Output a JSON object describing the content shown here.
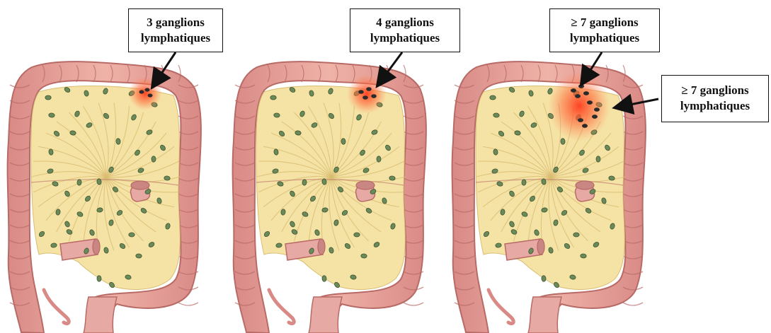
{
  "colors": {
    "colon_fill": "#e9a59c",
    "colon_dark": "#b86a66",
    "mesentery": "#f5e3a6",
    "mesentery_lines": "#d9bd72",
    "lymph_node": "#6b8a5a",
    "lymph_node_dark": "#3e5530",
    "metastatic_node": "#2b2b2b",
    "highlight": "#ff5a36"
  },
  "panels": [
    {
      "name": "panel-3-nodes",
      "affected_nodes": 3,
      "label": {
        "line1": "3 ganglions",
        "line2": "lymphatiques"
      }
    },
    {
      "name": "panel-4-nodes",
      "affected_nodes": 4,
      "label": {
        "line1": "4 ganglions",
        "line2": "lymphatiques"
      }
    },
    {
      "name": "panel-7-nodes",
      "affected_nodes": 7,
      "label": {
        "line1": "≥ 7  ganglions",
        "line2": "lymphatiques"
      },
      "side_label": {
        "line1": "≥ 7  ganglions",
        "line2": "lymphatiques"
      }
    }
  ]
}
